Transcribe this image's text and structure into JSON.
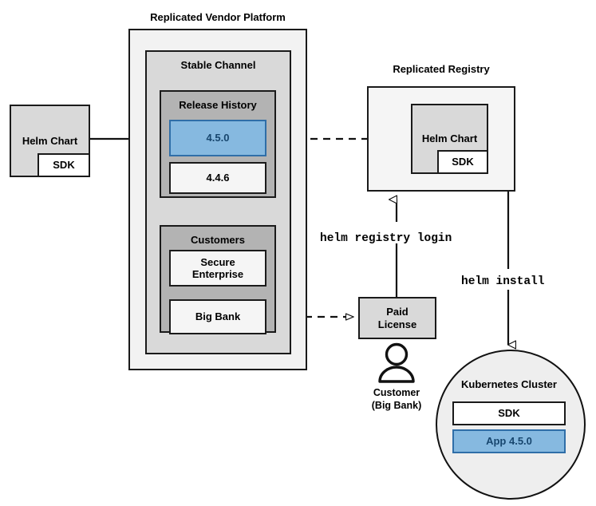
{
  "diagram": {
    "title_labels": {
      "vendor_platform": "Replicated Vendor Platform",
      "replicated_registry": "Replicated Registry"
    },
    "colors": {
      "highlight_fill": "#86b9e0",
      "highlight_border": "#2f6ea8",
      "highlight_text": "#17466e",
      "platform_fill": "#f2f2f2",
      "channel_fill": "#d9d9d9",
      "group_fill": "#b3b3b3",
      "stroke": "#1a1a1a"
    },
    "source": {
      "helm_chart": "Helm Chart",
      "sdk": "SDK"
    },
    "vendor_platform": {
      "stable_channel": {
        "label": "Stable Channel",
        "release_history": {
          "label": "Release History",
          "releases": [
            {
              "version": "4.5.0",
              "highlighted": true
            },
            {
              "version": "4.4.6",
              "highlighted": false
            }
          ]
        },
        "customers": {
          "label": "Customers",
          "items": [
            {
              "name": "Secure\nEnterprise"
            },
            {
              "name": "Big Bank"
            }
          ]
        }
      }
    },
    "registry": {
      "helm_chart": "Helm Chart",
      "sdk": "SDK"
    },
    "license": {
      "label": "Paid\nLicense"
    },
    "customer": {
      "label": "Customer\n(Big Bank)"
    },
    "cluster": {
      "label": "Kubernetes Cluster",
      "workloads": [
        {
          "name": "SDK",
          "highlighted": false
        },
        {
          "name": "App 4.5.0",
          "highlighted": true
        }
      ]
    },
    "commands": {
      "registry_login": "helm registry login",
      "install": "helm install"
    }
  }
}
